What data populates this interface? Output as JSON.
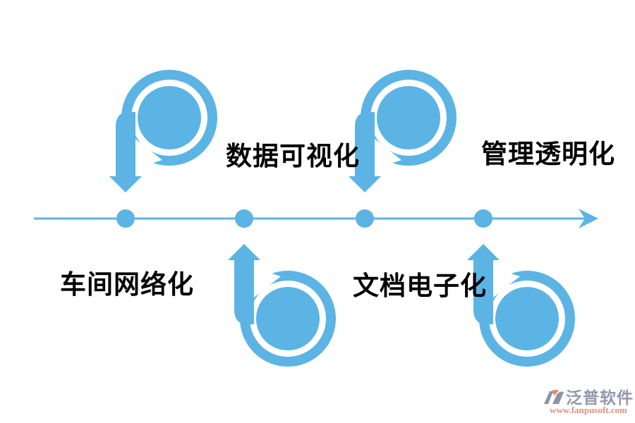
{
  "page": {
    "background": "#ffffff"
  },
  "diagram": {
    "type": "timeline-process",
    "accent_color": "#5BB4E4",
    "label_color": "#000000",
    "axis": {
      "style": "horizontal-line-with-stealth-arrow",
      "direction": "right",
      "dot_count": 4
    },
    "nodes": [
      {
        "label": "车间网络化",
        "label_side": "bottom",
        "marker": "p-spiral-arrow-down"
      },
      {
        "label": "数据可视化",
        "label_side": "top",
        "marker": "b-spiral-arrow-up"
      },
      {
        "label": "文档电子化",
        "label_side": "bottom",
        "marker": "p-spiral-arrow-down"
      },
      {
        "label": "管理透明化",
        "label_side": "top",
        "marker": "b-spiral-arrow-up"
      }
    ]
  },
  "watermark": {
    "brand": "泛普软件",
    "url": "www.fanpusoft.com",
    "brand_color": "#9097AE",
    "url_color": "#DD8F82",
    "logo_gray": "#8B93A8",
    "logo_salmon": "#D98B77"
  }
}
